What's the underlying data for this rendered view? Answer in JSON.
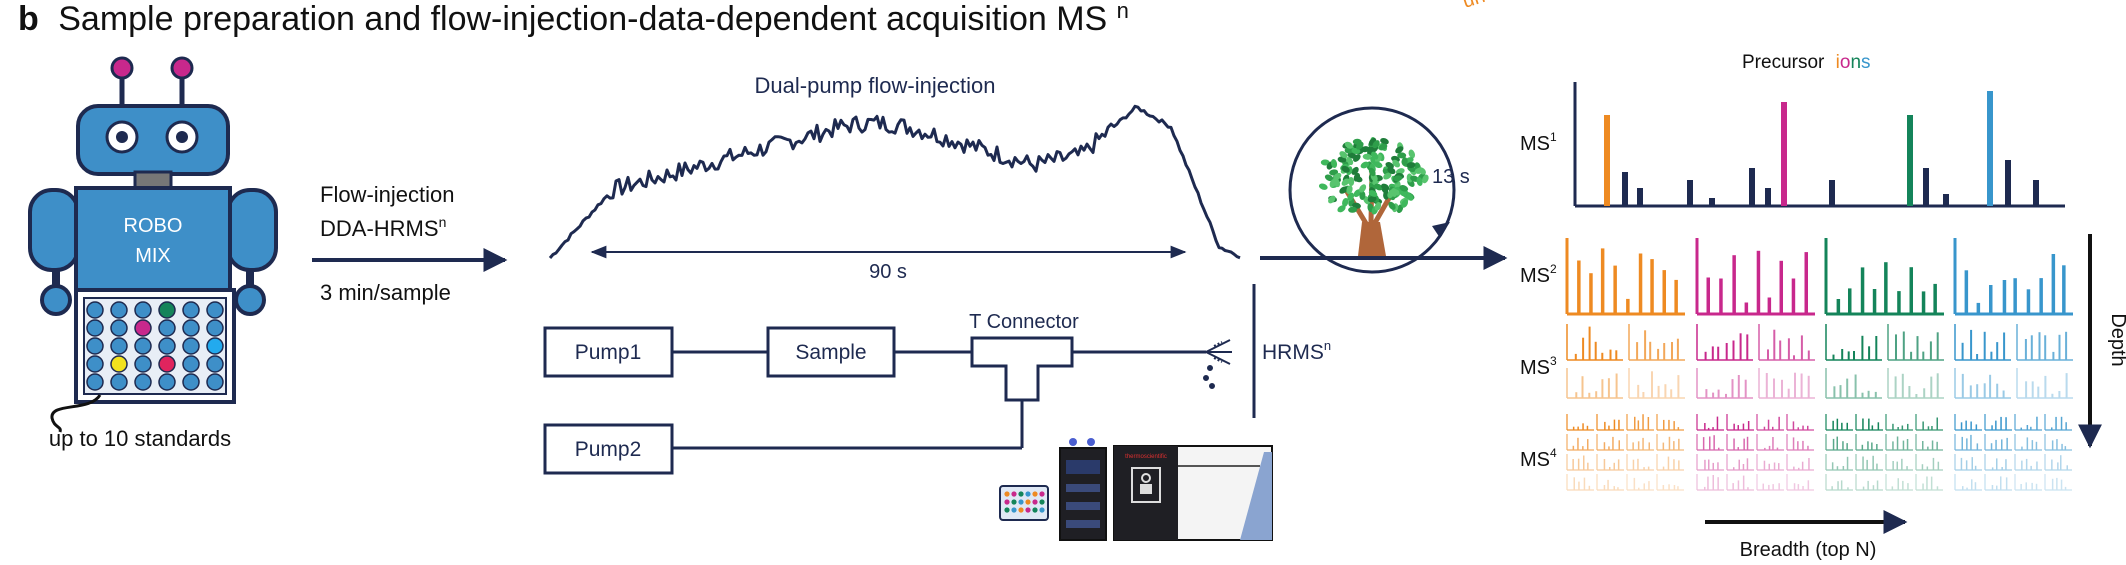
{
  "panel": {
    "letter": "b",
    "title": "Sample preparation and flow-injection-data-dependent acquisition MS",
    "title_sup": "n",
    "corner_fragment": "un"
  },
  "robot": {
    "screen_line1": "ROBO",
    "screen_line2": "MIX",
    "standards_label": "up to 10 standards"
  },
  "method": {
    "line1": "Flow-injection",
    "line2": "DDA-HRMS",
    "line2_sup": "n",
    "line3": "3 min/sample"
  },
  "flow": {
    "title": "Dual-pump flow-injection",
    "duration": "90 s",
    "cycle": "13 s"
  },
  "setup": {
    "pump1": "Pump1",
    "pump2": "Pump2",
    "sample": "Sample",
    "connector": "T Connector",
    "hrms": "HRMS",
    "hrms_sup": "n",
    "instrument_brand": "thermoscientific"
  },
  "spectra": {
    "precursor_word": "Precursor",
    "ions_letters": [
      "i",
      "o",
      "n",
      "s"
    ],
    "levels": [
      {
        "base": "MS",
        "sup": "1"
      },
      {
        "base": "MS",
        "sup": "2"
      },
      {
        "base": "MS",
        "sup": "3"
      },
      {
        "base": "MS",
        "sup": "4"
      }
    ],
    "depth_label": "Depth",
    "breadth_label": "Breadth (top N)"
  },
  "colors": {
    "navy": "#1e2a50",
    "robot_blue": "#3e8fc8",
    "orange": "#ee8a22",
    "magenta": "#c8288c",
    "green": "#14845a",
    "blue": "#3896cc",
    "tree_green": "#2e9e4a",
    "trunk": "#b0663a"
  }
}
